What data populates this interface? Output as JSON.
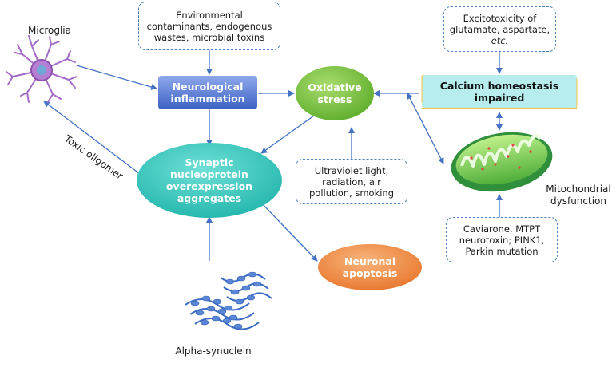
{
  "labels": {
    "microglia": "Microglia",
    "toxic_oligomer": "Toxic oligomer",
    "alpha_synuclein": "Alpha-synuclein",
    "mitochondrial": "Mitochondrial",
    "dysfunction": "dysfunction"
  },
  "nodes": {
    "neurological_inflammation": [
      "Neurological",
      "inflammation"
    ],
    "oxidative_stress": [
      "Oxidative",
      "stress"
    ],
    "calcium": [
      "Calcium homeostasis",
      "impaired"
    ],
    "synaptic": [
      "Synaptic",
      "nucleoprotein",
      "overexpression",
      "aggregates"
    ],
    "neuronal_apoptosis": [
      "Neuronal",
      "apoptosis"
    ]
  },
  "boxes": {
    "environmental": [
      "Environmental",
      "contaminants, endogenous",
      "wastes, microbial toxins"
    ],
    "excitotoxicity": [
      "Excitotoxicity of",
      "glutamate, aspartate,",
      "etc."
    ],
    "ultraviolet": [
      "Ultraviolet light,",
      "radiation, air",
      "pollution, smoking"
    ],
    "caviarone": [
      "Caviarone, MTPT",
      "neurotoxin; PINK1,",
      "Parkin mutation"
    ]
  },
  "colors": {
    "arrow": "#4472c4",
    "inflammation": "#5b7fd6",
    "oxidative": "#7cc244",
    "calcium": "#a8e6e6",
    "synaptic": "#3ec8bf",
    "apoptosis": "#f0924a",
    "dashed_border": "#4a7fc0"
  }
}
